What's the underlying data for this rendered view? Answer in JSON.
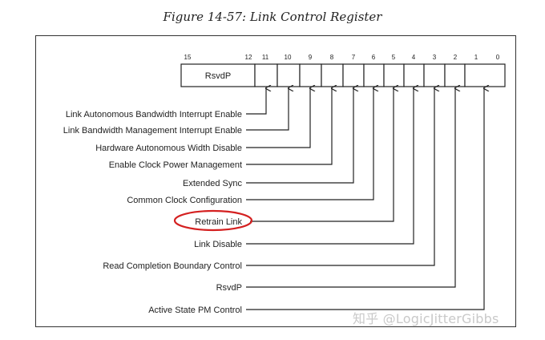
{
  "caption": "Figure 14-57: Link Control Register",
  "watermark": "知乎 @LogicJitterGibbs",
  "register": {
    "bit_numbers": [
      "15",
      "12",
      "11",
      "10",
      "9",
      "8",
      "7",
      "6",
      "5",
      "4",
      "3",
      "2",
      "1",
      "0"
    ],
    "reserved_label": "RsvdP"
  },
  "fields": [
    {
      "bit": "11",
      "label": "Link Autonomous Bandwidth Interrupt Enable"
    },
    {
      "bit": "10",
      "label": "Link Bandwidth Management Interrupt Enable"
    },
    {
      "bit": "9",
      "label": "Hardware Autonomous Width Disable"
    },
    {
      "bit": "8",
      "label": "Enable Clock Power Management"
    },
    {
      "bit": "7",
      "label": "Extended Sync"
    },
    {
      "bit": "6",
      "label": "Common Clock Configuration"
    },
    {
      "bit": "5",
      "label": "Retrain Link",
      "highlighted": true
    },
    {
      "bit": "4",
      "label": "Link Disable"
    },
    {
      "bit": "3",
      "label": "Read Completion Boundary Control"
    },
    {
      "bit": "2",
      "label": "RsvdP"
    },
    {
      "bit": "1:0",
      "label": "Active State PM Control"
    }
  ],
  "colors": {
    "highlight": "#d42020",
    "line": "#222222"
  }
}
